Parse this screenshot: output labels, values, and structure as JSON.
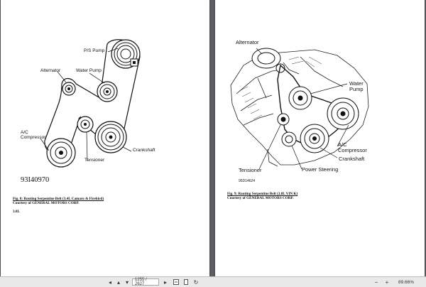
{
  "left_page": {
    "labels": {
      "ps_pump": "P/S Pump",
      "alternator": "Alternator",
      "water_pump": "Water Pump",
      "ac_compressor": "A/C\nCompressor",
      "tensioner": "Tensioner",
      "crankshaft": "Crankshaft"
    },
    "figure_code": "93I40970",
    "caption_title": "Fig. 8: Routing Serpentine Belt (3.4L Camaro & Firebird)",
    "caption_credit": "Courtesy of GENERAL MOTORS CORP.",
    "section": "3.8L"
  },
  "right_page": {
    "labels": {
      "alternator": "Alternator",
      "water_pump": "Water\nPump",
      "ac_compressor": "A/C\nCompressor",
      "crankshaft": "Crankshaft",
      "power_steering": "Power Steering",
      "tensioner": "Tensioner"
    },
    "figure_code": "95D14624",
    "caption_title": "Fig. 9: Routing Serpentine Belt (3.8L VIN K)",
    "caption_credit": "Courtesy of GENERAL MOTORS CORP."
  },
  "toolbar": {
    "page_current": "1255",
    "page_total": "2627",
    "page_display": "1255 / 2627",
    "zoom": "89.66%",
    "icons": [
      "back-icon",
      "previous-page-icon",
      "next-page-icon",
      "forward-icon",
      "fit-width-icon",
      "fit-page-icon",
      "rotate-icon",
      "zoom-out-icon",
      "zoom-in-icon"
    ]
  }
}
